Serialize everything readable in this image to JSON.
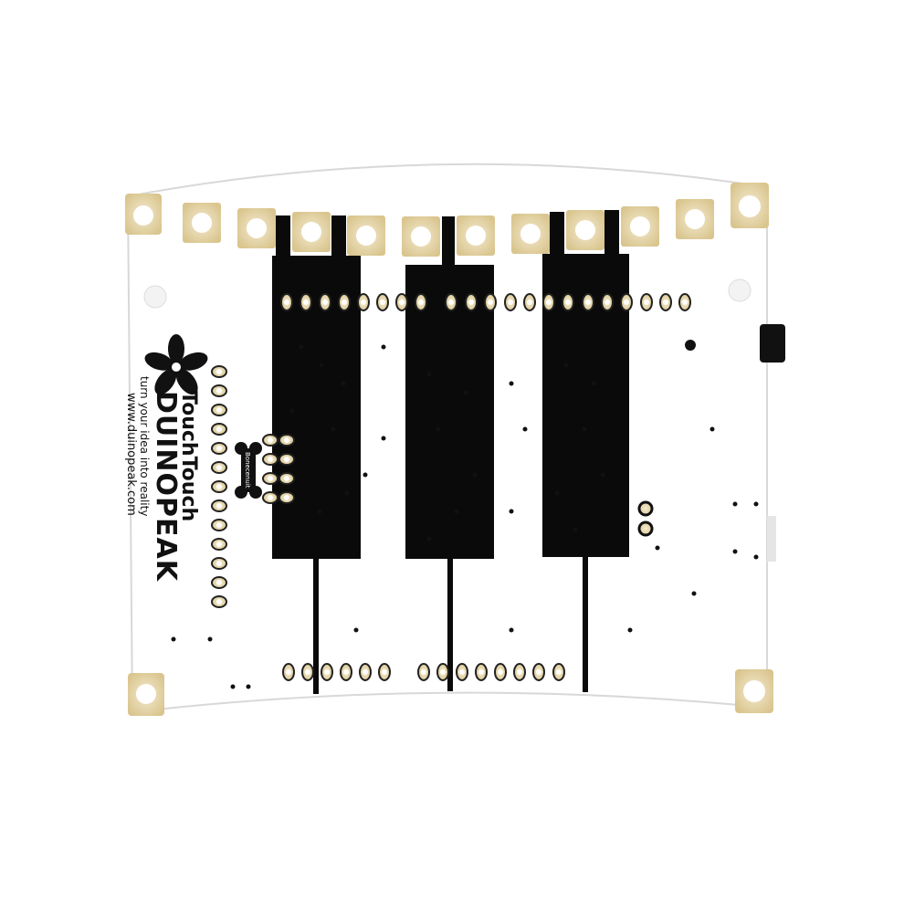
{
  "image": {
    "subject": "white circuit board with three black piano-key touch pads",
    "board_color": "#ffffff",
    "pad_color": "#0a0a0a",
    "gold_color": "#e8d9a8",
    "hole_color": "#ffffff"
  },
  "silkscreen": {
    "product_name": "TouchTouch",
    "brand": "DUINOPEAK",
    "tagline": "turn your idea into reality",
    "url": "www.duinopeak.com",
    "small_label": "Bonecenuit"
  }
}
